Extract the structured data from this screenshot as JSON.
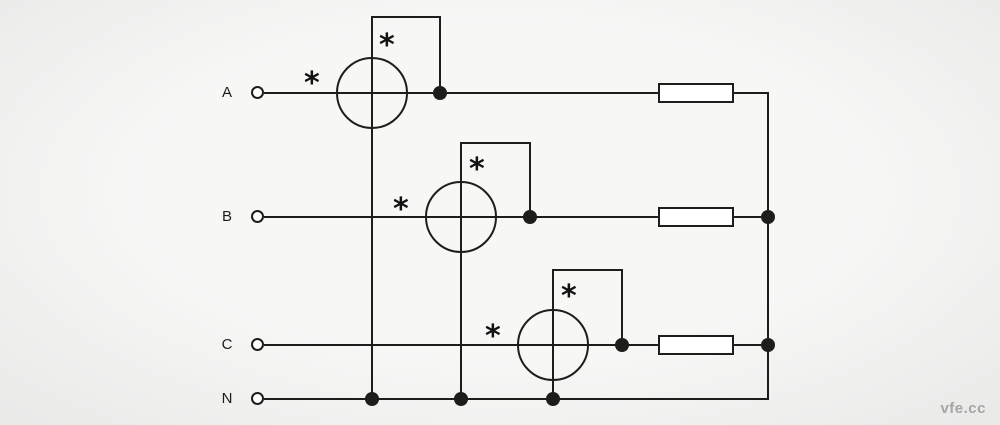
{
  "style": {
    "background_color": "#f1f1f0",
    "line_color": "#1d1d1b",
    "component_fill": "#ffffff",
    "watermark_color": "#a6a6a6"
  },
  "phase_labels": {
    "a": "A",
    "b": "B",
    "c": "C",
    "n": "N"
  },
  "polarity_mark": "*",
  "watermark": "vfe.cc",
  "components": {
    "wattmeters": [
      {
        "name": "wattmeter-phase-a"
      },
      {
        "name": "wattmeter-phase-b"
      },
      {
        "name": "wattmeter-phase-c"
      }
    ],
    "loads": [
      {
        "name": "load-phase-a"
      },
      {
        "name": "load-phase-b"
      },
      {
        "name": "load-phase-c"
      }
    ]
  }
}
